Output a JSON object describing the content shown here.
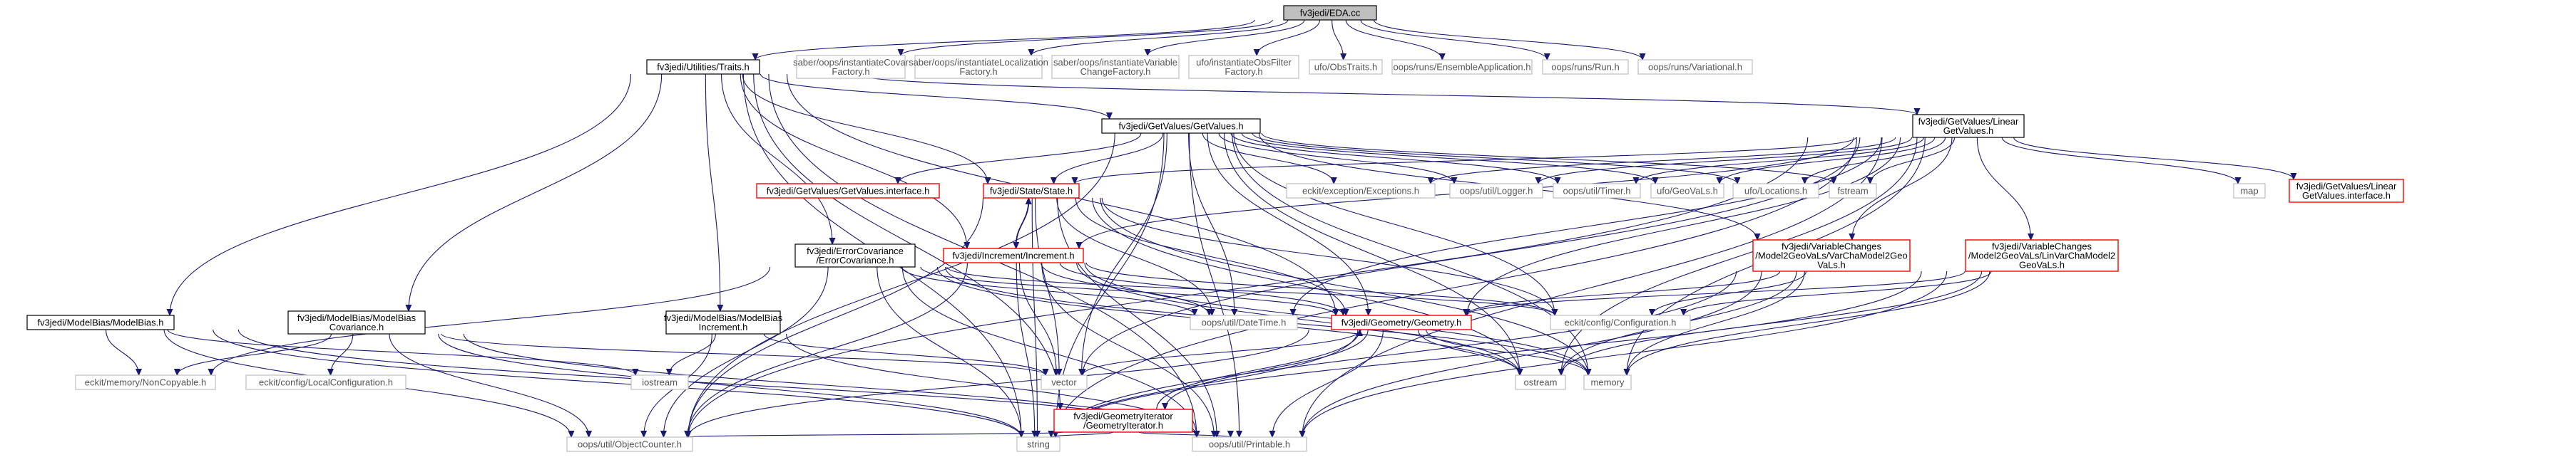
{
  "colors": {
    "edge": "#191970",
    "documented_border": "#000000",
    "undocumented_border": "#bfbfbf",
    "missing_border": "#ff0000",
    "root_fill": "#bfbfbf"
  },
  "root": {
    "id": "root",
    "lines": [
      "fv3jedi/EDA.cc"
    ]
  },
  "nodes": [
    {
      "id": "traits",
      "lines": [
        "fv3jedi/Utilities/Traits.h"
      ],
      "style": "normal"
    },
    {
      "id": "covar_factory",
      "lines": [
        "saber/oops/instantiateCovar",
        "Factory.h"
      ],
      "style": "gray"
    },
    {
      "id": "loc_factory",
      "lines": [
        "saber/oops/instantiateLocalization",
        "Factory.h"
      ],
      "style": "gray"
    },
    {
      "id": "varchange_factory",
      "lines": [
        "saber/oops/instantiateVariable",
        "ChangeFactory.h"
      ],
      "style": "gray"
    },
    {
      "id": "obsfilter_factory",
      "lines": [
        "ufo/instantiateObsFilter",
        "Factory.h"
      ],
      "style": "gray"
    },
    {
      "id": "obstraits",
      "lines": [
        "ufo/ObsTraits.h"
      ],
      "style": "gray"
    },
    {
      "id": "ensemble_app",
      "lines": [
        "oops/runs/EnsembleApplication.h"
      ],
      "style": "gray"
    },
    {
      "id": "run",
      "lines": [
        "oops/runs/Run.h"
      ],
      "style": "gray"
    },
    {
      "id": "variational",
      "lines": [
        "oops/runs/Variational.h"
      ],
      "style": "gray"
    },
    {
      "id": "getvalues",
      "lines": [
        "fv3jedi/GetValues/GetValues.h"
      ],
      "style": "normal"
    },
    {
      "id": "lineargetvalues",
      "lines": [
        "fv3jedi/GetValues/Linear",
        "GetValues.h"
      ],
      "style": "normal"
    },
    {
      "id": "getvalues_interface",
      "lines": [
        "fv3jedi/GetValues/GetValues.interface.h"
      ],
      "style": "red"
    },
    {
      "id": "state",
      "lines": [
        "fv3jedi/State/State.h"
      ],
      "style": "red"
    },
    {
      "id": "exceptions",
      "lines": [
        "eckit/exception/Exceptions.h"
      ],
      "style": "gray"
    },
    {
      "id": "logger",
      "lines": [
        "oops/util/Logger.h"
      ],
      "style": "gray"
    },
    {
      "id": "timer",
      "lines": [
        "oops/util/Timer.h"
      ],
      "style": "gray"
    },
    {
      "id": "geovals",
      "lines": [
        "ufo/GeoVaLs.h"
      ],
      "style": "gray"
    },
    {
      "id": "locations",
      "lines": [
        "ufo/Locations.h"
      ],
      "style": "gray"
    },
    {
      "id": "fstream",
      "lines": [
        "fstream"
      ],
      "style": "gray"
    },
    {
      "id": "map",
      "lines": [
        "map"
      ],
      "style": "gray"
    },
    {
      "id": "lineargetvalues_interface",
      "lines": [
        "fv3jedi/GetValues/Linear",
        "GetValues.interface.h"
      ],
      "style": "red"
    },
    {
      "id": "errorcov",
      "lines": [
        "fv3jedi/ErrorCovariance",
        "/ErrorCovariance.h"
      ],
      "style": "normal"
    },
    {
      "id": "increment",
      "lines": [
        "fv3jedi/Increment/Increment.h"
      ],
      "style": "red"
    },
    {
      "id": "varcha",
      "lines": [
        "fv3jedi/VariableChanges",
        "/Model2GeoVaLs/VarChaModel2Geo",
        "VaLs.h"
      ],
      "style": "red"
    },
    {
      "id": "linvarcha",
      "lines": [
        "fv3jedi/VariableChanges",
        "/Model2GeoVaLs/LinVarChaModel2",
        "GeoVaLs.h"
      ],
      "style": "red"
    },
    {
      "id": "modelbias",
      "lines": [
        "fv3jedi/ModelBias/ModelBias.h"
      ],
      "style": "normal"
    },
    {
      "id": "modelbias_cov",
      "lines": [
        "fv3jedi/ModelBias/ModelBias",
        "Covariance.h"
      ],
      "style": "normal"
    },
    {
      "id": "modelbias_inc",
      "lines": [
        "fv3jedi/ModelBias/ModelBias",
        "Increment.h"
      ],
      "style": "normal"
    },
    {
      "id": "datetime",
      "lines": [
        "oops/util/DateTime.h"
      ],
      "style": "gray"
    },
    {
      "id": "geometry",
      "lines": [
        "fv3jedi/Geometry/Geometry.h"
      ],
      "style": "red"
    },
    {
      "id": "configuration",
      "lines": [
        "eckit/config/Configuration.h"
      ],
      "style": "gray"
    },
    {
      "id": "noncopyable",
      "lines": [
        "eckit/memory/NonCopyable.h"
      ],
      "style": "gray"
    },
    {
      "id": "localconfig",
      "lines": [
        "eckit/config/LocalConfiguration.h"
      ],
      "style": "gray"
    },
    {
      "id": "iostream",
      "lines": [
        "iostream"
      ],
      "style": "gray"
    },
    {
      "id": "vector",
      "lines": [
        "vector"
      ],
      "style": "gray"
    },
    {
      "id": "ostream",
      "lines": [
        "ostream"
      ],
      "style": "gray"
    },
    {
      "id": "memory",
      "lines": [
        "memory"
      ],
      "style": "gray"
    },
    {
      "id": "geoiterator",
      "lines": [
        "fv3jedi/GeometryIterator",
        "/GeometryIterator.h"
      ],
      "style": "red"
    },
    {
      "id": "objectcounter",
      "lines": [
        "oops/util/ObjectCounter.h"
      ],
      "style": "gray"
    },
    {
      "id": "string",
      "lines": [
        "string"
      ],
      "style": "gray"
    },
    {
      "id": "printable",
      "lines": [
        "oops/util/Printable.h"
      ],
      "style": "gray"
    }
  ]
}
